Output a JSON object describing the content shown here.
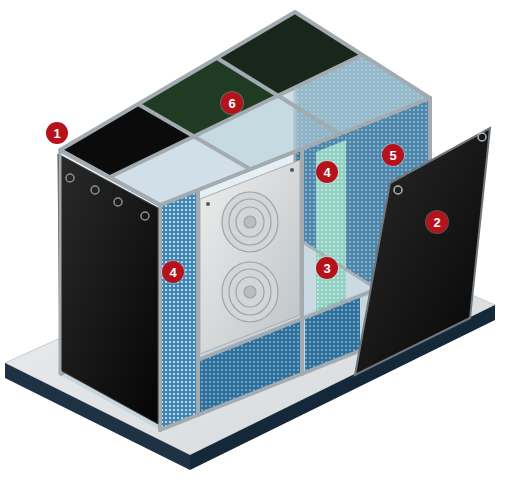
{
  "diagram": {
    "labels": [
      "1",
      "6",
      "4",
      "5",
      "2",
      "4",
      "3"
    ]
  }
}
